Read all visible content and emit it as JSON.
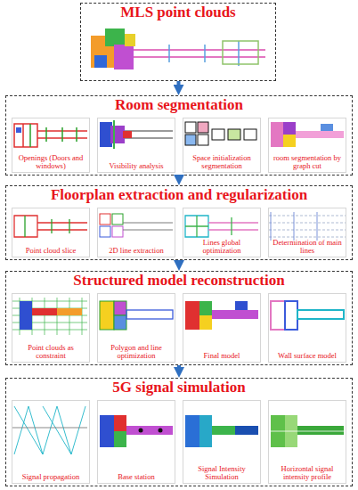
{
  "diagram": {
    "nodes": [
      {
        "text": [
          "MLS point clouds"
        ]
      },
      {
        "text": [
          "Room segmentation"
        ]
      },
      {
        "text": [
          "Openings (Doors and windows)"
        ],
        "in": 1
      },
      {
        "text": [
          "Visibility analysis"
        ],
        "in": 1
      },
      {
        "text": [
          "Space initialization segmentation"
        ],
        "in": 1
      },
      {
        "text": [
          "room segmentation by graph cut"
        ],
        "in": 1
      },
      {
        "text": [
          "Floorplan extraction and regularization"
        ]
      },
      {
        "text": [
          "Point cloud slice"
        ],
        "in": 6
      },
      {
        "text": [
          "2D line extraction"
        ],
        "in": 6
      },
      {
        "text": [
          "Lines global optimization"
        ],
        "in": 6
      },
      {
        "text": [
          "Determination of main lines"
        ],
        "in": 6
      },
      {
        "text": [
          "Structured model reconstruction"
        ]
      },
      {
        "text": [
          "Point clouds as constraint"
        ],
        "in": 11
      },
      {
        "text": [
          "Polygon and line optimization"
        ],
        "in": 11
      },
      {
        "text": [
          "Final model"
        ],
        "in": 11
      },
      {
        "text": [
          "Wall surface model"
        ],
        "in": 11
      },
      {
        "text": [
          "5G signal simulation"
        ]
      },
      {
        "text": [
          "Signal propagation"
        ],
        "in": 16
      },
      {
        "text": [
          "Base station"
        ],
        "in": 16
      },
      {
        "text": [
          "Signal Intensity Simulation"
        ],
        "in": 16
      },
      {
        "text": [
          "Horizontal signal intensity profile"
        ],
        "in": 16
      }
    ],
    "edges": [
      {
        "from": 0,
        "to": 1,
        "arrow": "to"
      },
      {
        "from": 1,
        "to": 6,
        "arrow": "to"
      },
      {
        "from": 6,
        "to": 11,
        "arrow": "to"
      },
      {
        "from": 11,
        "to": 16,
        "arrow": "to"
      }
    ]
  }
}
